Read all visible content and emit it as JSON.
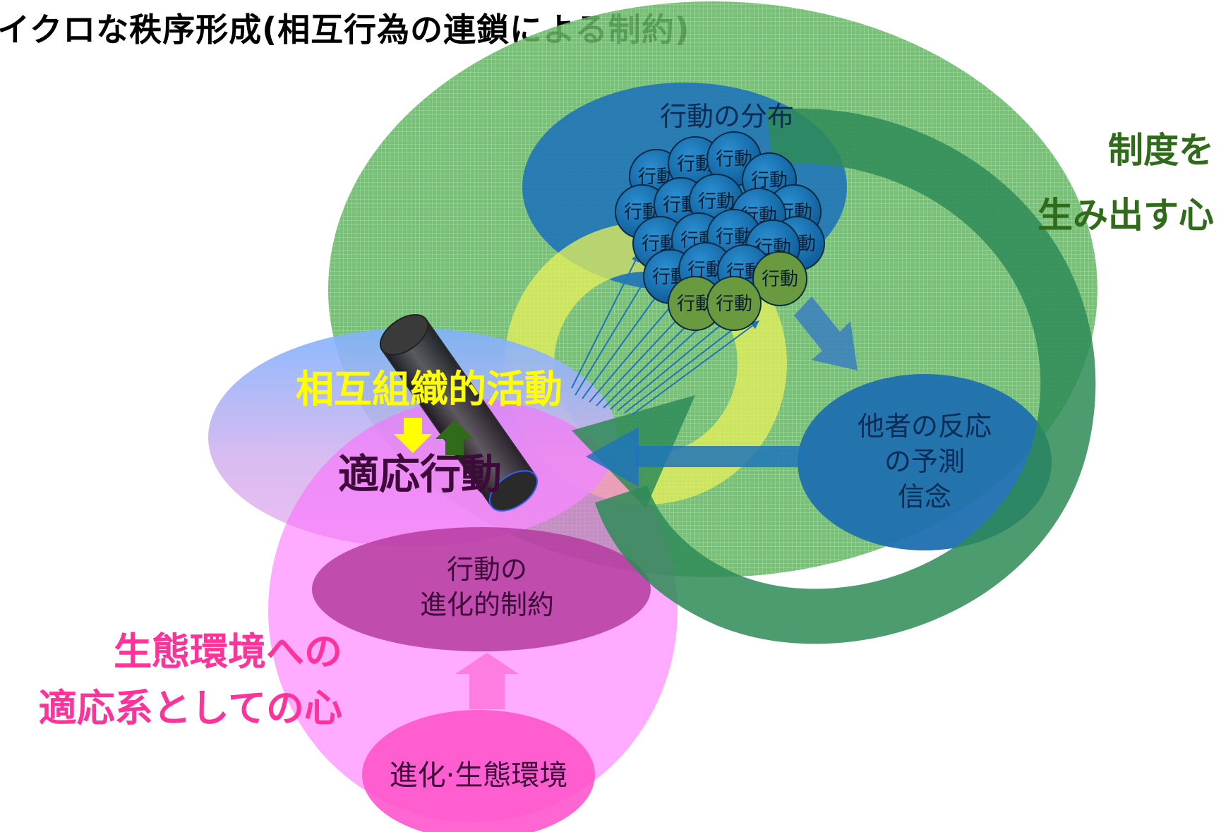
{
  "title": "イクロな秩序形成(相互行為の連鎖による制約)",
  "regions": {
    "action_distribution": "行動の分布",
    "others_reaction": [
      "他者の反応",
      "の予測",
      "信念"
    ],
    "institution_mind": [
      "制度を",
      "生み出す心"
    ],
    "interorganizational": "相互組織的活動",
    "adaptive_action": "適応行動",
    "evolutionary_constraint": [
      "行動の",
      "進化的制約"
    ],
    "ecological_mind": [
      "生態環境への",
      "適応系としての心"
    ],
    "evolution_environment": "進化·生態環境"
  },
  "bubble_label": "行動",
  "colors": {
    "green_field": "#3fa24a",
    "blue_field": "#1f74b8",
    "green_arrow": "#2e8b57",
    "yellow": "#ffff00",
    "pink": "#ff66cc",
    "magenta_text": "#ff3399",
    "dark_purple_text": "#3d0a3a",
    "institution_text": "#2f6b1a"
  }
}
